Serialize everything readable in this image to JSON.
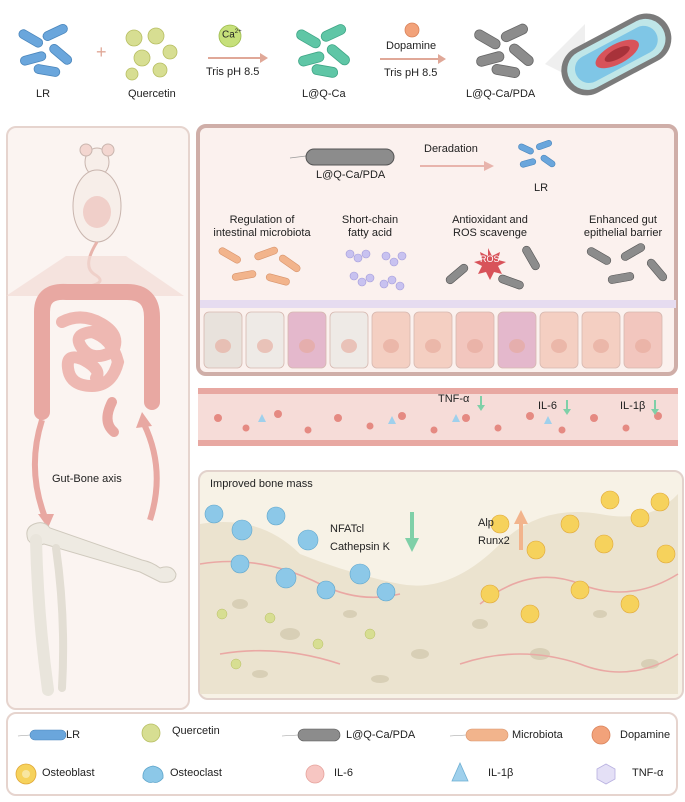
{
  "top": {
    "lr": "LR",
    "plus": "+",
    "quercetin": "Quercetin",
    "ca_ion": "Ca",
    "ca_charge": "2+",
    "step1_condition": "Tris pH 8.5",
    "lqca": "L@Q-Ca",
    "dopamine": "Dopamine",
    "step2_condition": "Tris pH 8.5",
    "lqcapda": "L@Q-Ca/PDA"
  },
  "gut_panel": {
    "degradation_source": "L@Q-Ca/PDA",
    "degradation_label": "Deradation",
    "degradation_product": "LR",
    "effects": [
      {
        "line1": "Regulation of",
        "line2": "intestinal microbiota"
      },
      {
        "line1": "Short-chain",
        "line2": "fatty acid"
      },
      {
        "line1": "Antioxidant and",
        "line2": "ROS scavenge"
      },
      {
        "line1": "Enhanced gut",
        "line2": "epithelial barrier"
      }
    ],
    "ros_badge": "ROS"
  },
  "vessel": {
    "cytokines": [
      "TNF-α",
      "IL-6",
      "IL-1β"
    ]
  },
  "axis_label": "Gut-Bone axis",
  "bone_panel": {
    "title": "Improved bone mass",
    "down_markers": [
      "NFATcl",
      "Cathepsin K"
    ],
    "up_markers": [
      "Alp",
      "Runx2"
    ]
  },
  "legend": [
    {
      "icon": "lr-rod-icon",
      "label": "LR"
    },
    {
      "icon": "quercetin-icon",
      "label": "Quercetin"
    },
    {
      "icon": "lqcapda-rod-icon",
      "label": "L@Q-Ca/PDA"
    },
    {
      "icon": "microbiota-icon",
      "label": "Microbiota"
    },
    {
      "icon": "dopamine-icon",
      "label": "Dopamine"
    },
    {
      "icon": "osteoblast-icon",
      "label": "Osteoblast"
    },
    {
      "icon": "osteoclast-icon",
      "label": "Osteoclast"
    },
    {
      "icon": "il6-icon",
      "label": "IL-6"
    },
    {
      "icon": "il1b-icon",
      "label": "IL-1β"
    },
    {
      "icon": "tnfa-icon",
      "label": "TNF-α"
    }
  ],
  "colors": {
    "lr_blue": "#6aa6dc",
    "quercetin_green": "#d7de92",
    "lqca_teal": "#5fc6a6",
    "pda_gray": "#8c8c8c",
    "panel_border": "#cfaea8",
    "panel_fill": "#fbf1ee",
    "vessel_red": "#e08e88",
    "osteoblast_yellow": "#f6d25c",
    "osteoclast_blue": "#8cc8e8",
    "down_arrow": "#7fd0a8",
    "up_arrow": "#f2b48c"
  }
}
